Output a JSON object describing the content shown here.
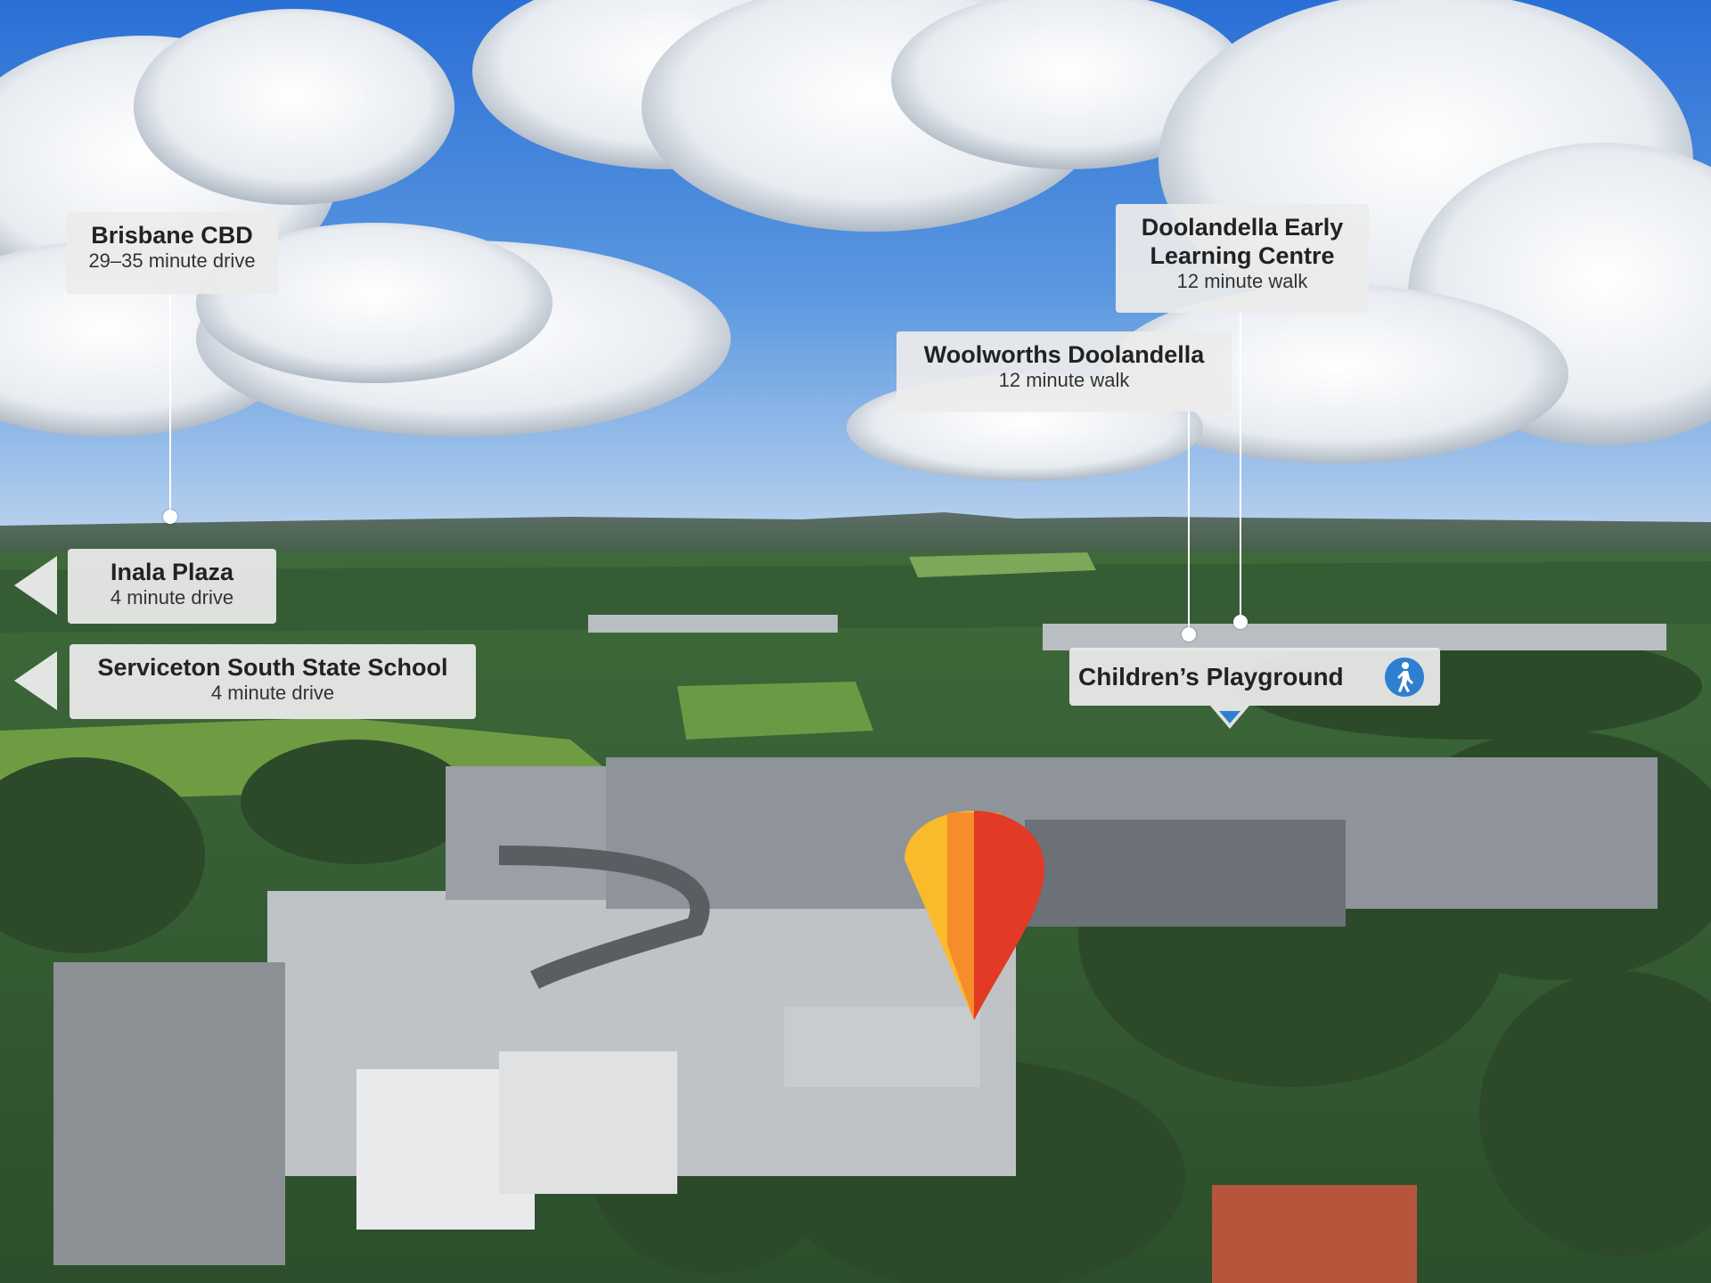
{
  "labels": {
    "cbd": {
      "title": "Brisbane CBD",
      "subtitle": "29–35 minute drive"
    },
    "inala": {
      "title": "Inala Plaza",
      "subtitle": "4 minute drive"
    },
    "school": {
      "title": "Serviceton South State School",
      "subtitle": "4 minute drive"
    },
    "woolworths": {
      "title": "Woolworths Doolandella",
      "subtitle": "12 minute walk"
    },
    "early_learning": {
      "title_line1": "Doolandella Early",
      "title_line2": "Learning Centre",
      "subtitle": "12 minute walk"
    },
    "playground": {
      "title": "Children’s Playground"
    }
  },
  "icons": {
    "walk": "walking-person-icon",
    "pin": "location-pin-icon",
    "arrow": "left-arrow-icon"
  },
  "colors": {
    "label_bg": "#ececec",
    "walk_icon": "#2f7fd1",
    "pin_left": "#f9bb2c",
    "pin_mid": "#f48d2a",
    "pin_right": "#e23a24"
  }
}
